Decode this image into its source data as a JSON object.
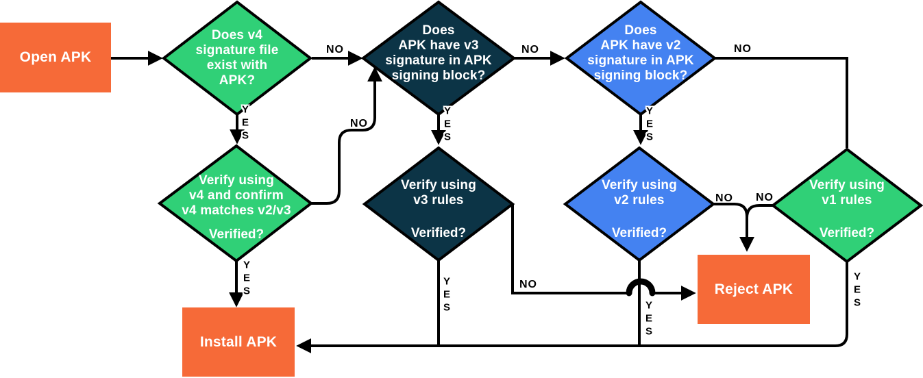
{
  "palette": {
    "green": "#30d077",
    "navy": "#0c3446",
    "blue": "#4482f1",
    "orange": "#f66a38",
    "line": "#000000",
    "node_text": "#ffffff"
  },
  "nodes": {
    "open_apk": {
      "label": "Open APK"
    },
    "q_v4": {
      "label": "Does v4\nsignature file\nexist with\nAPK?"
    },
    "q_v3": {
      "label": "Does\nAPK have v3\nsignature in APK\nsigning block?"
    },
    "q_v2": {
      "label": "Does\nAPK have v2\nsignature in APK\nsigning block?"
    },
    "verify_v4": {
      "label": "Verify using\nv4 and confirm\nv4 matches v2/v3",
      "question": "Verified?"
    },
    "verify_v3": {
      "label": "Verify using\nv3 rules",
      "question": "Verified?"
    },
    "verify_v2": {
      "label": "Verify using\nv2 rules",
      "question": "Verified?"
    },
    "verify_v1": {
      "label": "Verify using\nv1 rules",
      "question": "Verified?"
    },
    "reject_apk": {
      "label": "Reject APK"
    },
    "install_apk": {
      "label": "Install APK"
    }
  },
  "edges": {
    "q_v4": {
      "no": "NO",
      "yes": "YES"
    },
    "q_v3": {
      "no": "NO",
      "yes": "YES"
    },
    "q_v2": {
      "no": "NO",
      "yes": "YES"
    },
    "verify_v4": {
      "no": "NO",
      "yes": "YES"
    },
    "verify_v3": {
      "no": "NO",
      "yes": "YES"
    },
    "verify_v2": {
      "no": "NO",
      "yes": "YES"
    },
    "verify_v1": {
      "no": "NO",
      "yes": "YES"
    }
  }
}
